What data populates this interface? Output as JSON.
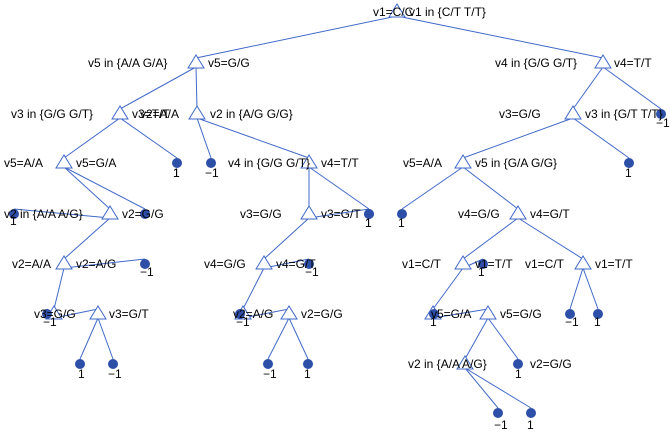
{
  "colors": {
    "edge": "#4169c8",
    "leaf": "#2e4fa8",
    "text": "#000000",
    "background": "#ffffff"
  },
  "icon": {
    "split_node": "triangle-outline-icon",
    "leaf_node": "filled-circle-icon"
  },
  "tree": {
    "id": "n0",
    "left": "v1=C/C",
    "right": "v1 in {C/T T/T}",
    "children": [
      {
        "id": "n1",
        "left": "v5 in {A/A G/A}",
        "right": "v5=G/G",
        "children": [
          {
            "id": "n2",
            "left": "v3 in {G/G G/T}",
            "right": "v3=T/T",
            "children": [
              {
                "id": "n3",
                "left": "v5=A/A",
                "right": "v5=G/A",
                "children": [
                  {
                    "id": "n4",
                    "left": "v2 in {A/A A/G}",
                    "right": "v2=G/G",
                    "children": [
                      {
                        "id": "L1",
                        "value": "1"
                      },
                      {
                        "id": "n5",
                        "left": "v2=A/A",
                        "right": "v2=A/G",
                        "children": [
                          {
                            "id": "n6",
                            "left": "v3=G/G",
                            "right": "v3=G/T",
                            "children": [
                              {
                                "id": "L2",
                                "value": "−1"
                              },
                              {
                                "id": "n7",
                                "left": "",
                                "right": "",
                                "children": [
                                  {
                                    "id": "L3",
                                    "value": "1"
                                  },
                                  {
                                    "id": "L4",
                                    "value": "−1"
                                  }
                                ]
                              }
                            ]
                          },
                          {
                            "id": "L5",
                            "value": "−1"
                          }
                        ]
                      }
                    ]
                  },
                  {
                    "id": "L6",
                    "value": "1"
                  }
                ]
              },
              {
                "id": "L7",
                "value": "1"
              }
            ]
          },
          {
            "id": "n8",
            "left": "v2=A/A",
            "right": "v2 in {A/G G/G}",
            "children": [
              {
                "id": "L8",
                "value": "−1"
              },
              {
                "id": "n9",
                "left": "v4 in {G/G G/T}",
                "right": "v4=T/T",
                "children": [
                  {
                    "id": "n10",
                    "left": "v3=G/G",
                    "right": "v3=G/T",
                    "children": [
                      {
                        "id": "n11",
                        "left": "v4=G/G",
                        "right": "v4=G/T",
                        "children": [
                          {
                            "id": "n12",
                            "left": "v2=A/G",
                            "right": "v2=G/G",
                            "children": [
                              {
                                "id": "L9",
                                "value": "−1"
                              },
                              {
                                "id": "n13",
                                "left": "",
                                "right": "",
                                "children": [
                                  {
                                    "id": "L10",
                                    "value": "−1"
                                  },
                                  {
                                    "id": "L11",
                                    "value": "1"
                                  }
                                ]
                              }
                            ]
                          },
                          {
                            "id": "L12",
                            "value": "−1"
                          }
                        ]
                      },
                      {
                        "id": "L13",
                        "value": "1"
                      }
                    ]
                  },
                  {
                    "id": "L14",
                    "value": "1"
                  }
                ]
              }
            ]
          }
        ]
      },
      {
        "id": "n14",
        "left": "v4 in {G/G G/T}",
        "right": "v4=T/T",
        "children": [
          {
            "id": "n15",
            "left": "v3=G/G",
            "right": "v3 in {G/T T/T}",
            "children": [
              {
                "id": "n16",
                "left": "v5=A/A",
                "right": "v5 in {G/A G/G}",
                "children": [
                  {
                    "id": "L15",
                    "value": "1"
                  },
                  {
                    "id": "n17",
                    "left": "v4=G/G",
                    "right": "v4=G/T",
                    "children": [
                      {
                        "id": "n18",
                        "left": "v1=C/T",
                        "right": "v1=T/T",
                        "children": [
                          {
                            "id": "n19",
                            "left": "v5=G/A",
                            "right": "v5=G/G",
                            "children": [
                              {
                                "id": "L16",
                                "value": "1"
                              },
                              {
                                "id": "n20",
                                "left": "v2 in {A/A A/G}",
                                "right": "v2=G/G",
                                "children": [
                                  {
                                    "id": "n21",
                                    "left": "",
                                    "right": "",
                                    "children": [
                                      {
                                        "id": "L17",
                                        "value": "−1"
                                      },
                                      {
                                        "id": "L18",
                                        "value": "1"
                                      }
                                    ]
                                  },
                                  {
                                    "id": "L19",
                                    "value": "1"
                                  }
                                ]
                              }
                            ]
                          },
                          {
                            "id": "L20",
                            "value": "1"
                          }
                        ]
                      },
                      {
                        "id": "n22",
                        "left": "v1=C/T",
                        "right": "v1=T/T",
                        "children": [
                          {
                            "id": "L21",
                            "value": "−1"
                          },
                          {
                            "id": "L22",
                            "value": "1"
                          }
                        ]
                      }
                    ]
                  }
                ]
              },
              {
                "id": "L23",
                "value": "1"
              }
            ]
          },
          {
            "id": "L24",
            "value": "−1"
          }
        ]
      }
    ]
  }
}
